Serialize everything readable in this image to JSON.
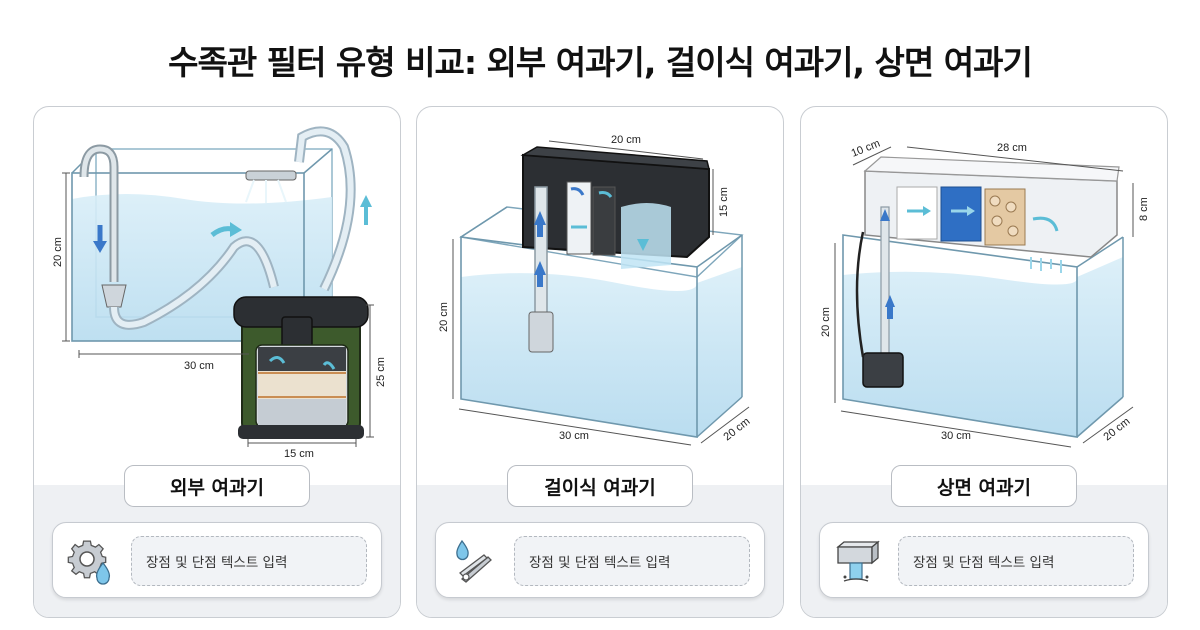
{
  "title": "수족관 필터 유형 비교: 외부 여과기, 걸이식 여과기, 상면 여과기",
  "panels": [
    {
      "name": "외부 여과기",
      "icon": "gear-water-drop-icon",
      "placeholder": "장점 및 단점 텍스트 입력",
      "dimensions": {
        "tank_height": "20 cm",
        "tank_width": "30 cm",
        "filter_height": "25 cm",
        "filter_width": "15 cm"
      }
    },
    {
      "name": "걸이식 여과기",
      "icon": "water-drop-clip-icon",
      "placeholder": "장점 및 단점 텍스트 입력",
      "dimensions": {
        "filter_width": "20 cm",
        "filter_height": "15 cm",
        "tank_height": "20 cm",
        "tank_width": "30 cm",
        "tank_depth": "20 cm"
      }
    },
    {
      "name": "상면 여과기",
      "icon": "overflow-box-waterfall-icon",
      "placeholder": "장점 및 단점 텍스트 입력",
      "dimensions": {
        "filter_depth": "10 cm",
        "filter_width": "28 cm",
        "filter_height": "8 cm",
        "tank_height": "20 cm",
        "tank_width": "30 cm",
        "tank_depth": "20 cm"
      }
    }
  ],
  "colors": {
    "water": "#cfe8f5",
    "water_deep": "#a9d3ec",
    "arrow_blue": "#3a78c9",
    "arrow_cyan": "#5bbdd6",
    "canister_green": "#3d5a2c",
    "filter_black": "#2c2f33",
    "panel_border": "#c9cdd2",
    "lower_bg": "#eef0f3"
  }
}
